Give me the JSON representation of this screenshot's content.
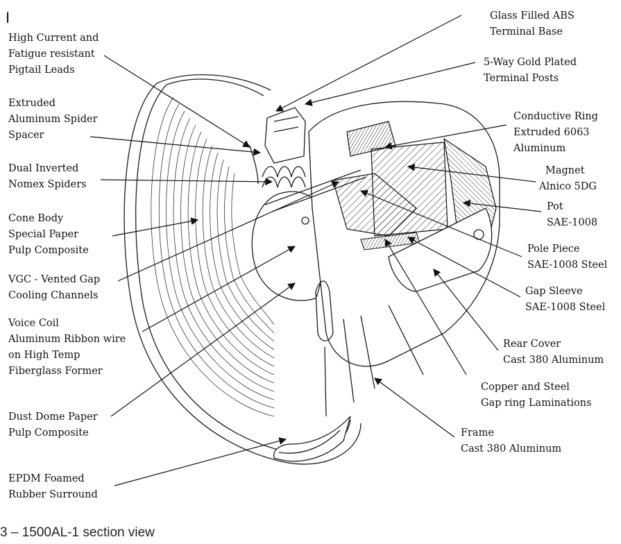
{
  "marker": "I",
  "caption": "3 – 1500AL-1 section view",
  "labels_left": [
    {
      "id": "pigtail",
      "lines": [
        "High Current and",
        "Fatigue resistant",
        "Pigtail Leads"
      ]
    },
    {
      "id": "spider-spacer",
      "lines": [
        "Extruded",
        "Aluminum Spider",
        "Spacer"
      ]
    },
    {
      "id": "nomex-spiders",
      "lines": [
        "Dual Inverted",
        "Nomex Spiders"
      ]
    },
    {
      "id": "cone-body",
      "lines": [
        "Cone Body",
        "Special Paper",
        "Pulp Composite"
      ]
    },
    {
      "id": "vgc",
      "lines": [
        "VGC - Vented Gap",
        "Cooling Channels"
      ]
    },
    {
      "id": "voice-coil",
      "lines": [
        "Voice Coil",
        "Aluminum Ribbon wire",
        "on High Temp",
        "Fiberglass Former"
      ]
    },
    {
      "id": "dust-dome",
      "lines": [
        "Dust Dome Paper",
        "Pulp Composite"
      ]
    },
    {
      "id": "surround",
      "lines": [
        "EPDM Foamed",
        "Rubber Surround"
      ]
    }
  ],
  "labels_right": [
    {
      "id": "terminal-base",
      "lines": [
        "Glass Filled ABS",
        "Terminal Base"
      ]
    },
    {
      "id": "terminal-posts",
      "lines": [
        "5-Way Gold Plated",
        "Terminal Posts"
      ]
    },
    {
      "id": "conductive-ring",
      "lines": [
        "Conductive Ring",
        "Extruded 6063",
        "Aluminum"
      ]
    },
    {
      "id": "magnet",
      "lines": [
        "Magnet",
        "Alnico 5DG"
      ]
    },
    {
      "id": "pot",
      "lines": [
        "Pot",
        "SAE-1008"
      ]
    },
    {
      "id": "pole-piece",
      "lines": [
        "Pole Piece",
        "SAE-1008 Steel"
      ]
    },
    {
      "id": "gap-sleeve",
      "lines": [
        "Gap Sleeve",
        "SAE-1008 Steel"
      ]
    },
    {
      "id": "rear-cover",
      "lines": [
        "Rear Cover",
        "Cast 380 Aluminum"
      ]
    },
    {
      "id": "gap-rings",
      "lines": [
        "Copper and Steel",
        "Gap ring Laminations"
      ]
    },
    {
      "id": "frame",
      "lines": [
        "Frame",
        "Cast 380 Aluminum"
      ]
    }
  ]
}
